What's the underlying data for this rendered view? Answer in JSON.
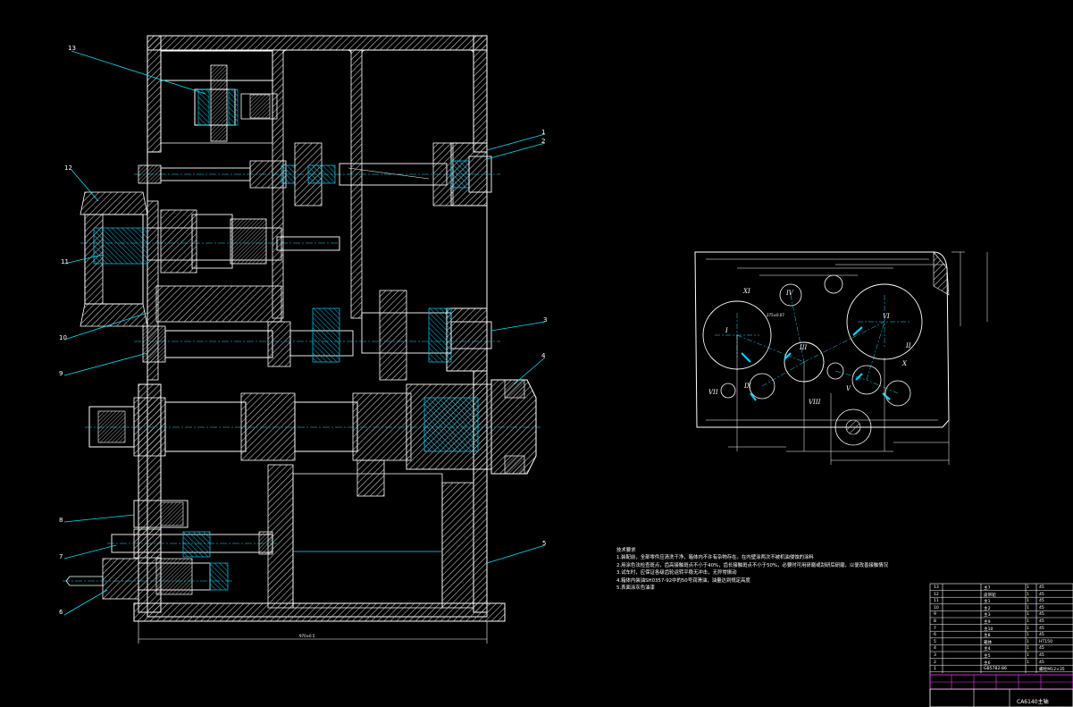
{
  "callouts": [
    "13",
    "12",
    "11",
    "10",
    "9",
    "8",
    "7",
    "6",
    "1",
    "2",
    "3",
    "4",
    "5"
  ],
  "dimension_width": "970±0.5",
  "small_dim": "275±0.07",
  "shaft_labels": [
    "I",
    "II",
    "III",
    "IV",
    "V",
    "VI",
    "VII",
    "VIII",
    "IX",
    "X",
    "XI"
  ],
  "technical_notes": {
    "title": "技术要求",
    "items": [
      "1.装配前，全部零件应清洗干净，箱体内不许有杂物存在。在内壁涂两次不被机油侵蚀的涂料",
      "2.用涂色法检查斑点，齿高接触斑点不小于40%，齿长接触斑点不小于50%，必要时可用研磨或刮研后研磨，以便改善接触情况",
      "3.试车时，应保证各级齿轮运转平稳无冲击，无异常振动",
      "4.箱体内装油SH0357-92中的50号润滑油，油量达到规定高度",
      "5.表面涂灰色油漆"
    ]
  },
  "bom_rows": [
    {
      "no": "13",
      "name": "主7",
      "qty": "1",
      "mat": "45"
    },
    {
      "no": "12",
      "name": "皮带轮",
      "qty": "1",
      "mat": "45"
    },
    {
      "no": "11",
      "name": "主1",
      "qty": "1",
      "mat": "45"
    },
    {
      "no": "10",
      "name": "主2",
      "qty": "1",
      "mat": "45"
    },
    {
      "no": "9",
      "name": "主3",
      "qty": "1",
      "mat": "45"
    },
    {
      "no": "8",
      "name": "主9",
      "qty": "1",
      "mat": "45"
    },
    {
      "no": "7",
      "name": "主10",
      "qty": "1",
      "mat": "45"
    },
    {
      "no": "6",
      "name": "主8",
      "qty": "1",
      "mat": "45"
    },
    {
      "no": "5",
      "name": "箱体",
      "qty": "1",
      "mat": "HT150"
    },
    {
      "no": "4",
      "name": "主4",
      "qty": "1",
      "mat": "45"
    },
    {
      "no": "3",
      "name": "主5",
      "qty": "1",
      "mat": "45"
    },
    {
      "no": "2",
      "name": "主6",
      "qty": "1",
      "mat": "45"
    },
    {
      "no": "1",
      "name": "GB5782-86",
      "qty": "",
      "mat": "螺栓M12×35"
    }
  ],
  "drawing_title": "CA6140主轴",
  "colors": {
    "outline": "#ffffff",
    "hatch": "#ffffff",
    "dimension": "#00e5ff",
    "part": "#00d2ff",
    "title_block_accent": "#ff33ff",
    "yellow": "#ffff66"
  }
}
